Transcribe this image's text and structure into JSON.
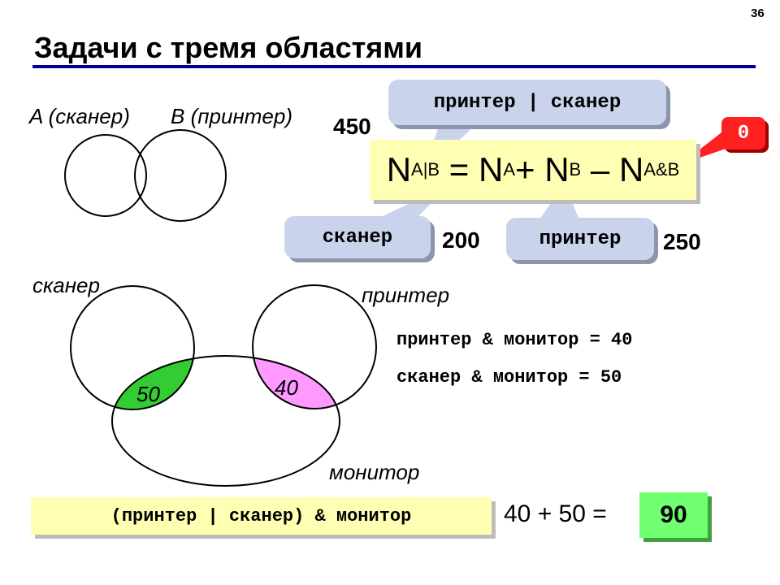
{
  "slide": {
    "number": "36",
    "title": "Задачи с тремя областями"
  },
  "venn_top": {
    "label_a": "A (сканер)",
    "label_b": "B (принтер)",
    "total": "450"
  },
  "formula": {
    "callout_top": "принтер | сканер",
    "n": "N",
    "sub_ab": "A|B",
    "eq": " = ",
    "sub_a": "A",
    "plus": "+ ",
    "sub_b": "B",
    "minus": " – ",
    "sub_and": "A&B",
    "zero_badge": "0",
    "callout_scanner": "сканер",
    "scanner_value": "200",
    "callout_printer": "принтер",
    "printer_value": "250"
  },
  "venn_bottom": {
    "label_scanner": "сканер",
    "label_printer": "принтер",
    "label_monitor": "монитор",
    "value_scanner_monitor": "50",
    "value_printer_monitor": "40"
  },
  "facts": [
    "принтер & монитор = 40",
    "сканер & монитор = 50"
  ],
  "bottom": {
    "expression": "(принтер | сканер) & монитор",
    "sum_text": "40 + 50 =",
    "answer": "90"
  },
  "colors": {
    "title_rule": "#00008b",
    "green_region": "#33cc33",
    "pink_region": "#ff99ff",
    "zero_badge": "#ff2020"
  }
}
